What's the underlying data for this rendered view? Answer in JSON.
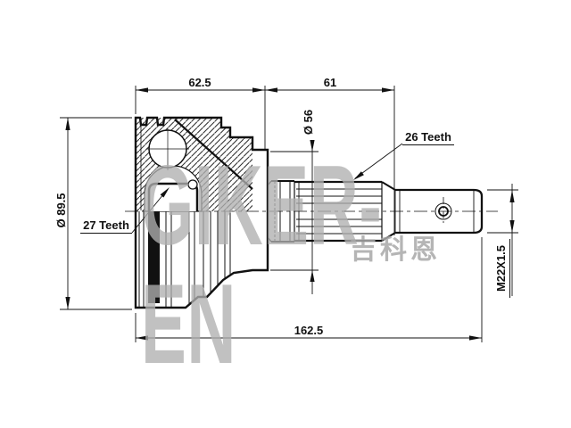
{
  "drawing": {
    "dimensions": {
      "joint_width": "62.5",
      "spline_length": "61",
      "boot_seat_diameter": "Ø 56",
      "outer_spline_teeth": "26 Teeth",
      "inner_spline_teeth": "27 Teeth",
      "outer_diameter": "Ø 89.5",
      "thread_size": "M22X1.5",
      "overall_length": "162.5"
    },
    "watermark": {
      "brand": "GIKER-EN",
      "cjk": "吉科恩"
    },
    "colors": {
      "line": "#111111",
      "background": "#ffffff",
      "watermark": "#b0b0b0"
    }
  }
}
